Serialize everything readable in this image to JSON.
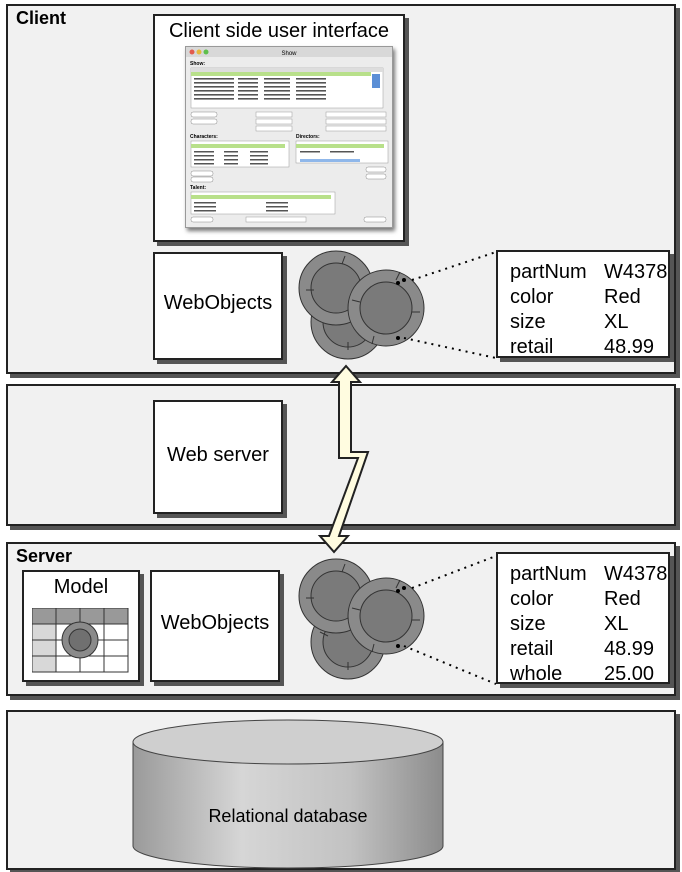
{
  "client": {
    "title": "Client",
    "ui_box_label": "Client side user interface",
    "webobjects_label": "WebObjects",
    "attributes": [
      {
        "key": "partNum",
        "value": "W4378"
      },
      {
        "key": "color",
        "value": "Red"
      },
      {
        "key": "size",
        "value": "XL"
      },
      {
        "key": "retail",
        "value": "48.99"
      }
    ],
    "mini_window": {
      "title": "Show",
      "section_main": "Show:",
      "section_characters": "Characters:",
      "section_directors": "Directors:",
      "section_talent": "Talent:"
    }
  },
  "middle": {
    "web_server_label": "Web server"
  },
  "server": {
    "title": "Server",
    "model_label": "Model",
    "webobjects_label": "WebObjects",
    "attributes": [
      {
        "key": "partNum",
        "value": "W4378"
      },
      {
        "key": "color",
        "value": "Red"
      },
      {
        "key": "size",
        "value": "XL"
      },
      {
        "key": "retail",
        "value": "48.99"
      },
      {
        "key": "whole",
        "value": "25.00"
      }
    ]
  },
  "database": {
    "label": "Relational database"
  },
  "colors": {
    "band_bg": "#f1f1f1",
    "object_gray": "#8a8a8a",
    "arrow_fill": "#fffce0"
  }
}
